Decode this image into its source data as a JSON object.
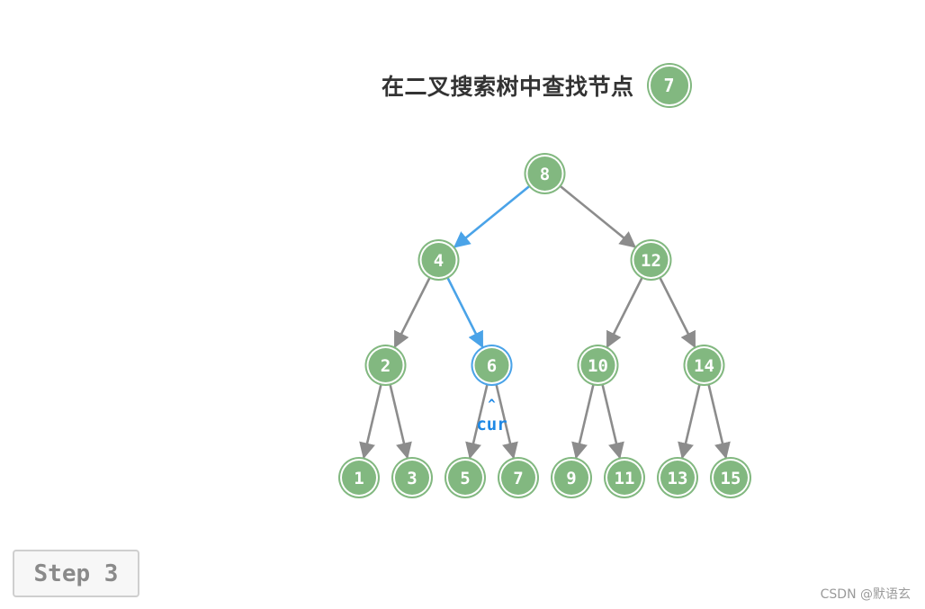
{
  "title": {
    "text": "在二叉搜索树中查找节点",
    "target_value": "7"
  },
  "tree": {
    "root": "8",
    "nodes": [
      {
        "id": "8",
        "children": [
          "4",
          "12"
        ]
      },
      {
        "id": "4",
        "children": [
          "2",
          "6"
        ]
      },
      {
        "id": "12",
        "children": [
          "10",
          "14"
        ]
      },
      {
        "id": "2",
        "children": [
          "1",
          "3"
        ]
      },
      {
        "id": "6",
        "children": [
          "5",
          "7"
        ]
      },
      {
        "id": "10",
        "children": [
          "9",
          "11"
        ]
      },
      {
        "id": "14",
        "children": [
          "13",
          "15"
        ]
      },
      {
        "id": "1",
        "children": []
      },
      {
        "id": "3",
        "children": []
      },
      {
        "id": "5",
        "children": []
      },
      {
        "id": "7",
        "children": []
      },
      {
        "id": "9",
        "children": []
      },
      {
        "id": "11",
        "children": []
      },
      {
        "id": "13",
        "children": []
      },
      {
        "id": "15",
        "children": []
      }
    ],
    "search_path": [
      "8",
      "4",
      "6"
    ],
    "current_node": "6",
    "pointer_label": "cur"
  },
  "colors": {
    "node_fill": "#82b880",
    "node_text": "#ffffff",
    "edge": "#8c8c8c",
    "path_edge": "#4aa3e8",
    "current_ring": "#4aa3e8",
    "pointer_text": "#1e88e5"
  },
  "step_label": "Step 3",
  "watermark": "CSDN @默语玄"
}
